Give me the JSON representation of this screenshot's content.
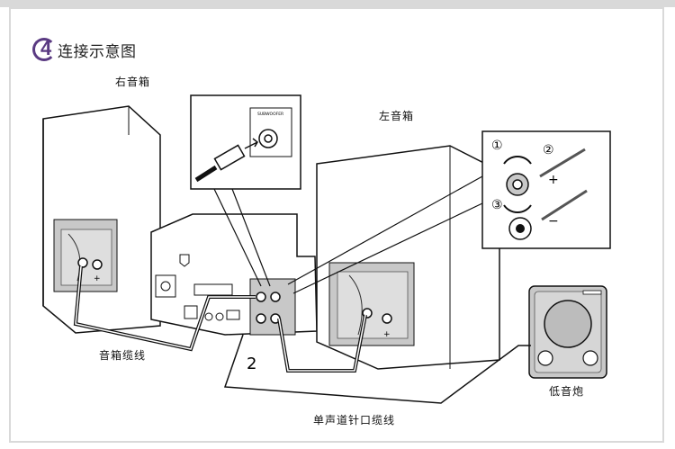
{
  "heading": {
    "step": "4",
    "title": "连接示意图"
  },
  "labels": {
    "right_speaker": "右音箱",
    "left_speaker": "左音箱",
    "speaker_cable": "音箱缆线",
    "subwoofer": "低音炮",
    "mono_pin_cable": "单声道针口缆线",
    "subwoofer_jack": "SUBWOOFER",
    "step_number": "2"
  },
  "callout_steps": {
    "s1": "①",
    "s2": "②",
    "s3": "③"
  },
  "polarity": {
    "plus": "+",
    "minus": "−"
  },
  "colors": {
    "accent": "#5a3a82",
    "panel_gray": "#c8c8c8",
    "line": "#111111"
  }
}
